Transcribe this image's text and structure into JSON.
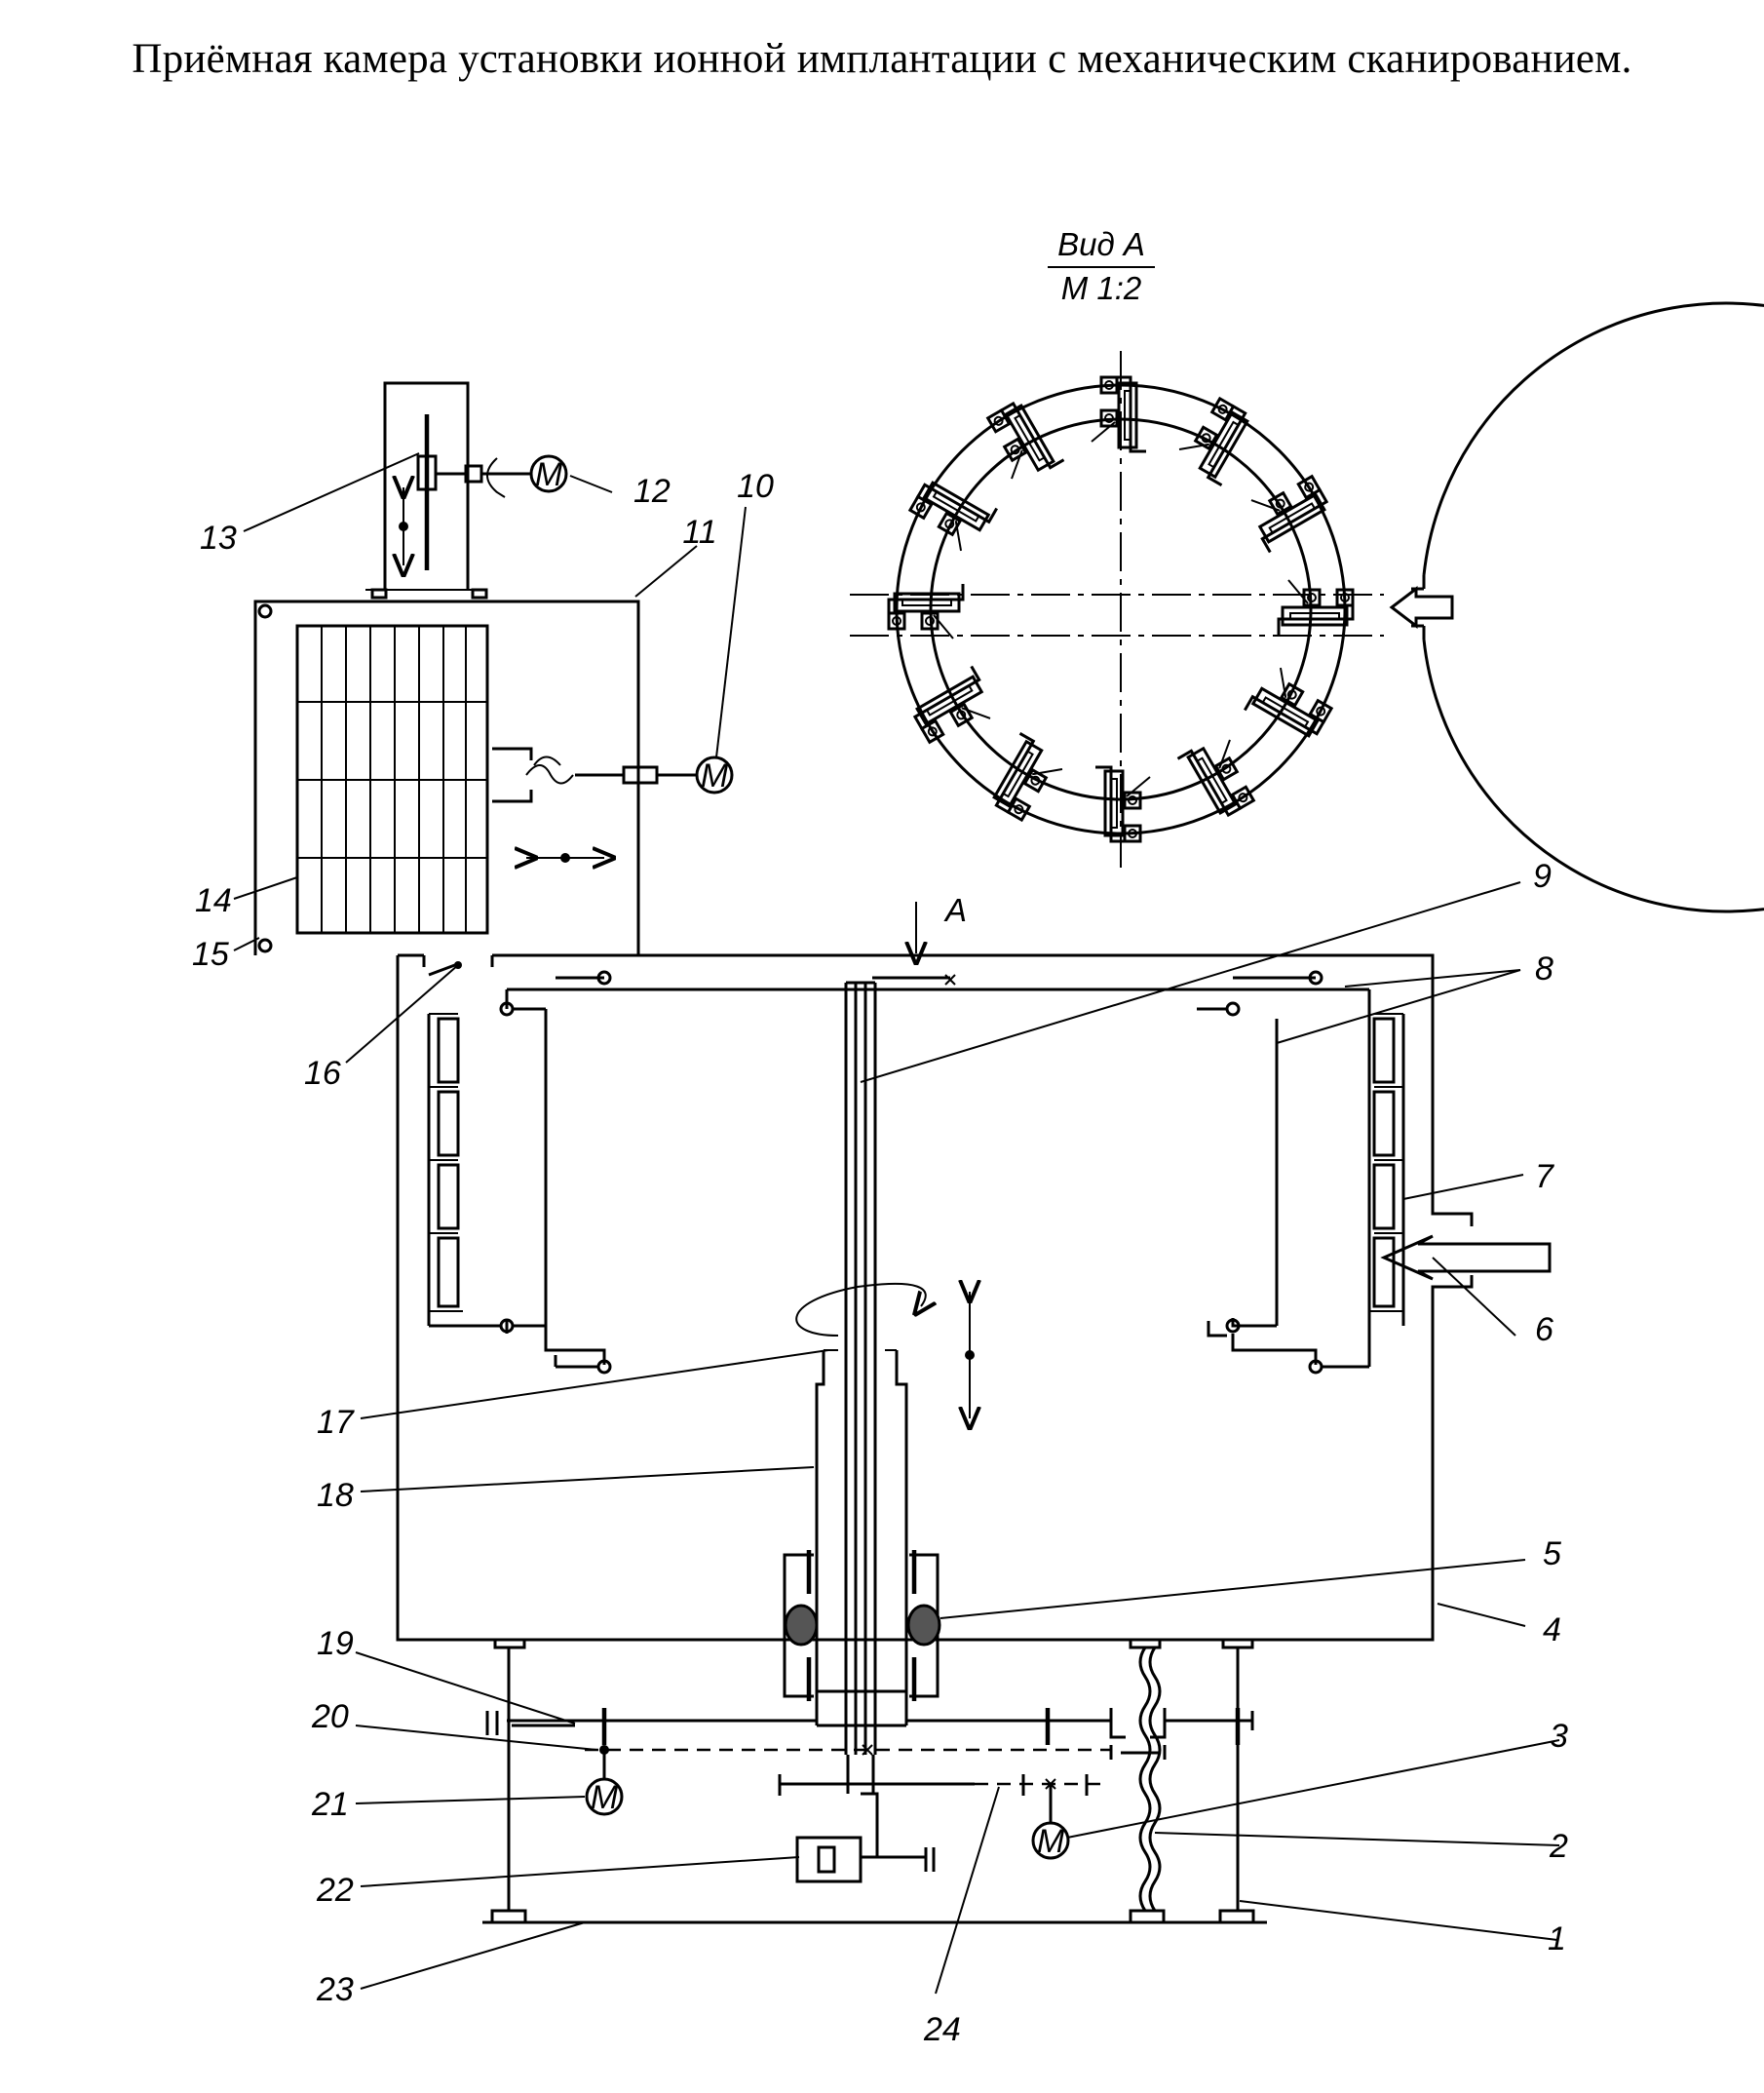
{
  "title": "Приёмная камера установки ионной имплантации с механическим сканированием.",
  "view": {
    "name": "Вид А",
    "scale": "М 1:2",
    "arrow_label": "А"
  },
  "motor_symbol": "М",
  "labels": [
    "1",
    "2",
    "3",
    "4",
    "5",
    "6",
    "7",
    "8",
    "9",
    "10",
    "11",
    "12",
    "13",
    "14",
    "15",
    "16",
    "17",
    "18",
    "19",
    "20",
    "21",
    "22",
    "23",
    "24"
  ]
}
